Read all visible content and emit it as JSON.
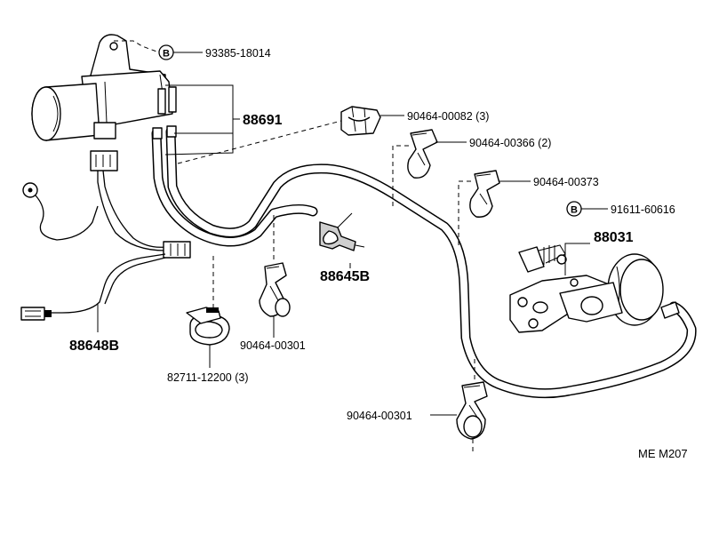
{
  "callouts": {
    "bolt_1": "93385-18014",
    "vsv": "88691",
    "clamp_1": "90464-00082 (3)",
    "clamp_2": "90464-00366 (2)",
    "clamp_3": "90464-00373",
    "bolt_2": "91611-60616",
    "valve": "88031",
    "tee": "88645B",
    "harness": "88648B",
    "clamp_4": "90464-00301",
    "hose_clamp": "82711-12200 (3)",
    "clamp_5": "90464-00301"
  },
  "bolt_symbol": "B",
  "footer": {
    "code": "ME  M207"
  }
}
